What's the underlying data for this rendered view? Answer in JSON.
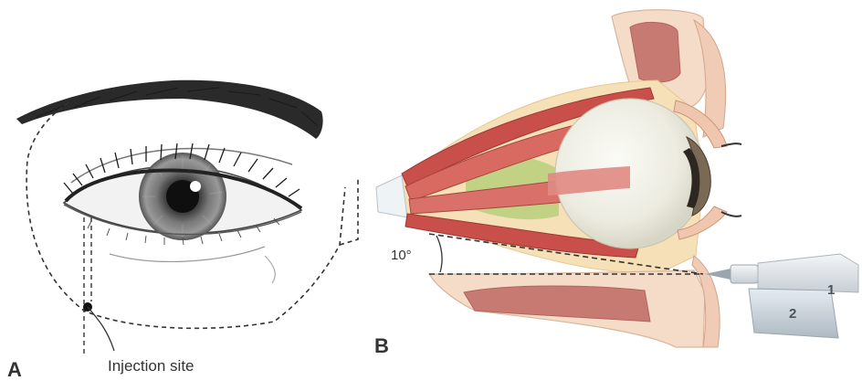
{
  "panel_a": {
    "label": "A",
    "injection_label": "Injection site"
  },
  "panel_b": {
    "label": "B",
    "angle_label": "10°",
    "needle_marker_1": "1",
    "needle_marker_2": "2"
  }
}
